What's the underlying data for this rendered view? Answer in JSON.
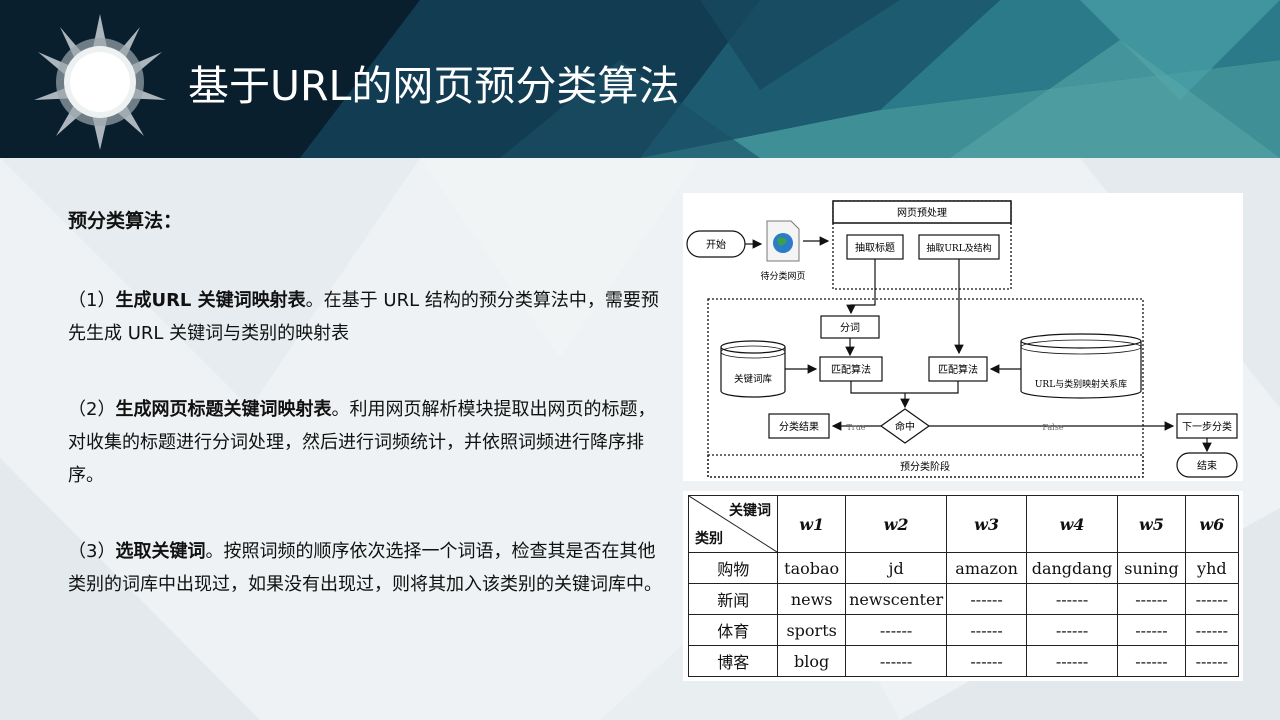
{
  "title": "基于URL的网页预分类算法",
  "section_heading": "预分类算法：",
  "paragraphs": [
    {
      "prefix": "（1）",
      "bold": "生成URL 关键词映射表",
      "rest": "。在基于 URL 结构的预分类算法中，需要预先生成 URL 关键词与类别的映射表"
    },
    {
      "prefix": "（2）",
      "bold": "生成网页标题关键词映射表",
      "rest": "。利用网页解析模块提取出网页的标题，对收集的标题进行分词处理，然后进行词频统计，并依照词频进行降序排序。"
    },
    {
      "prefix": "（3）",
      "bold": "选取关键词",
      "rest": "。按照词频的顺序依次选择一个词语，检查其是否在其他类别的词库中出现过，如果没有出现过，则将其加入该类别的关键词库中。"
    }
  ],
  "flowchart": {
    "start": "开始",
    "page_label": "待分类网页",
    "preprocess_title": "网页预处理",
    "extract_title": "抽取标题",
    "extract_url": "抽取URL及结构",
    "segment": "分词",
    "keyword_db": "关键词库",
    "match1": "匹配算法",
    "match2": "匹配算法",
    "url_db": "URL与类别映射关系库",
    "hit": "命中",
    "true_label": "True",
    "false_label": "False",
    "result": "分类结果",
    "next_step": "下一步分类",
    "stage": "预分类阶段",
    "end": "结束"
  },
  "table": {
    "corner_top": "关键词",
    "corner_bottom": "类别",
    "columns": [
      "w1",
      "w2",
      "w3",
      "w4",
      "w5",
      "w6"
    ],
    "rows": [
      {
        "category": "购物",
        "cells": [
          "taobao",
          "jd",
          "amazon",
          "dangdang",
          "suning",
          "yhd"
        ]
      },
      {
        "category": "新闻",
        "cells": [
          "news",
          "newscenter",
          "------",
          "------",
          "------",
          "------"
        ]
      },
      {
        "category": "体育",
        "cells": [
          "sports",
          "------",
          "------",
          "------",
          "------",
          "------"
        ]
      },
      {
        "category": "博客",
        "cells": [
          "blog",
          "------",
          "------",
          "------",
          "------",
          "------"
        ]
      }
    ]
  }
}
